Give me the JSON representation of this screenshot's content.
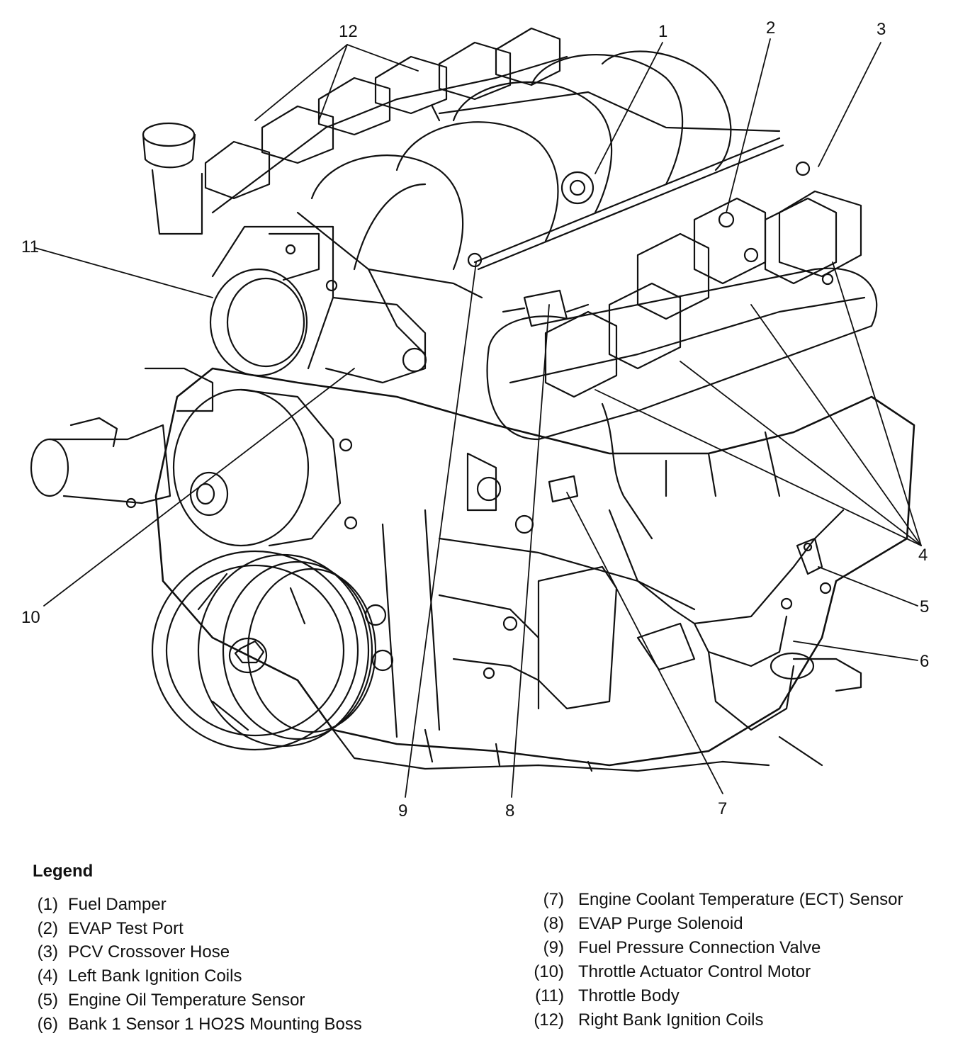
{
  "callouts": [
    "1",
    "2",
    "3",
    "4",
    "5",
    "6",
    "7",
    "8",
    "9",
    "10",
    "11",
    "12"
  ],
  "legend": {
    "title": "Legend",
    "items": [
      {
        "code": "(1)",
        "label": "Fuel Damper"
      },
      {
        "code": "(2)",
        "label": "EVAP Test Port"
      },
      {
        "code": "(3)",
        "label": "PCV Crossover Hose"
      },
      {
        "code": "(4)",
        "label": "Left Bank Ignition Coils"
      },
      {
        "code": "(5)",
        "label": "Engine Oil Temperature Sensor"
      },
      {
        "code": "(6)",
        "label": "Bank 1 Sensor 1 HO2S Mounting Boss"
      },
      {
        "code": "(7)",
        "label": "Engine Coolant Temperature (ECT) Sensor"
      },
      {
        "code": "(8)",
        "label": "EVAP Purge Solenoid"
      },
      {
        "code": "(9)",
        "label": "Fuel Pressure Connection Valve"
      },
      {
        "code": "(10)",
        "label": "Throttle Actuator Control Motor"
      },
      {
        "code": "(11)",
        "label": "Throttle Body"
      },
      {
        "code": "(12)",
        "label": "Right Bank Ignition Coils"
      }
    ]
  }
}
